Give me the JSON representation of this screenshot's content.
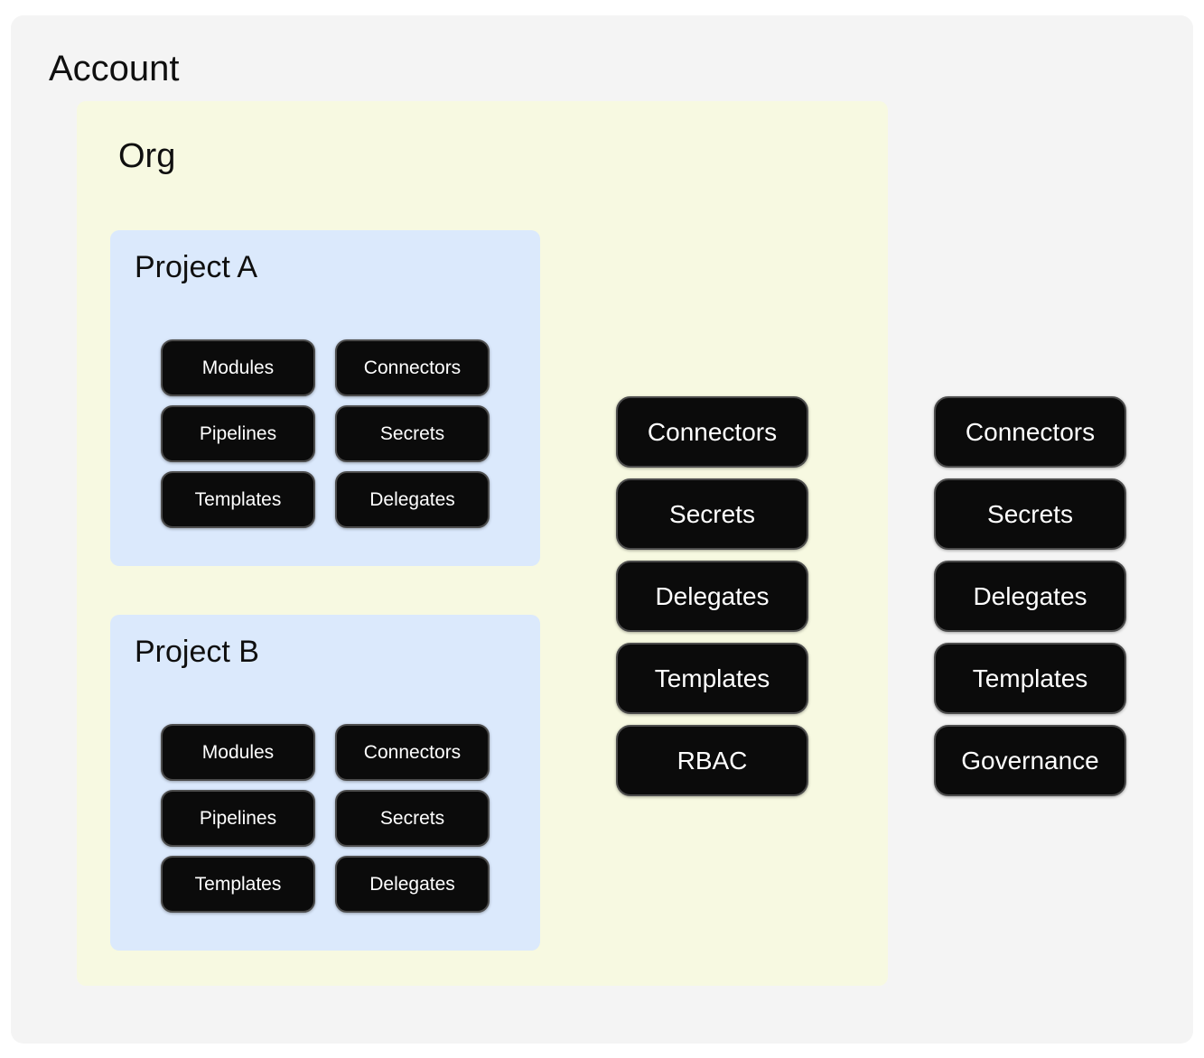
{
  "colors": {
    "page_bg": "#ffffff",
    "account_bg": "#f4f4f4",
    "org_bg": "#f7f9e1",
    "project_bg": "#dbe9fc",
    "node_bg": "#0b0b0b",
    "node_border": "#4c4c4c",
    "node_text": "#ffffff",
    "heading_text": "#0f0f0f"
  },
  "account": {
    "title": "Account",
    "buttons": [
      "Connectors",
      "Secrets",
      "Delegates",
      "Templates",
      "Governance"
    ],
    "org": {
      "title": "Org",
      "buttons": [
        "Connectors",
        "Secrets",
        "Delegates",
        "Templates",
        "RBAC"
      ],
      "projects": [
        {
          "title": "Project A",
          "buttons": [
            "Modules",
            "Connectors",
            "Pipelines",
            "Secrets",
            "Templates",
            "Delegates"
          ]
        },
        {
          "title": "Project B",
          "buttons": [
            "Modules",
            "Connectors",
            "Pipelines",
            "Secrets",
            "Templates",
            "Delegates"
          ]
        }
      ]
    }
  }
}
